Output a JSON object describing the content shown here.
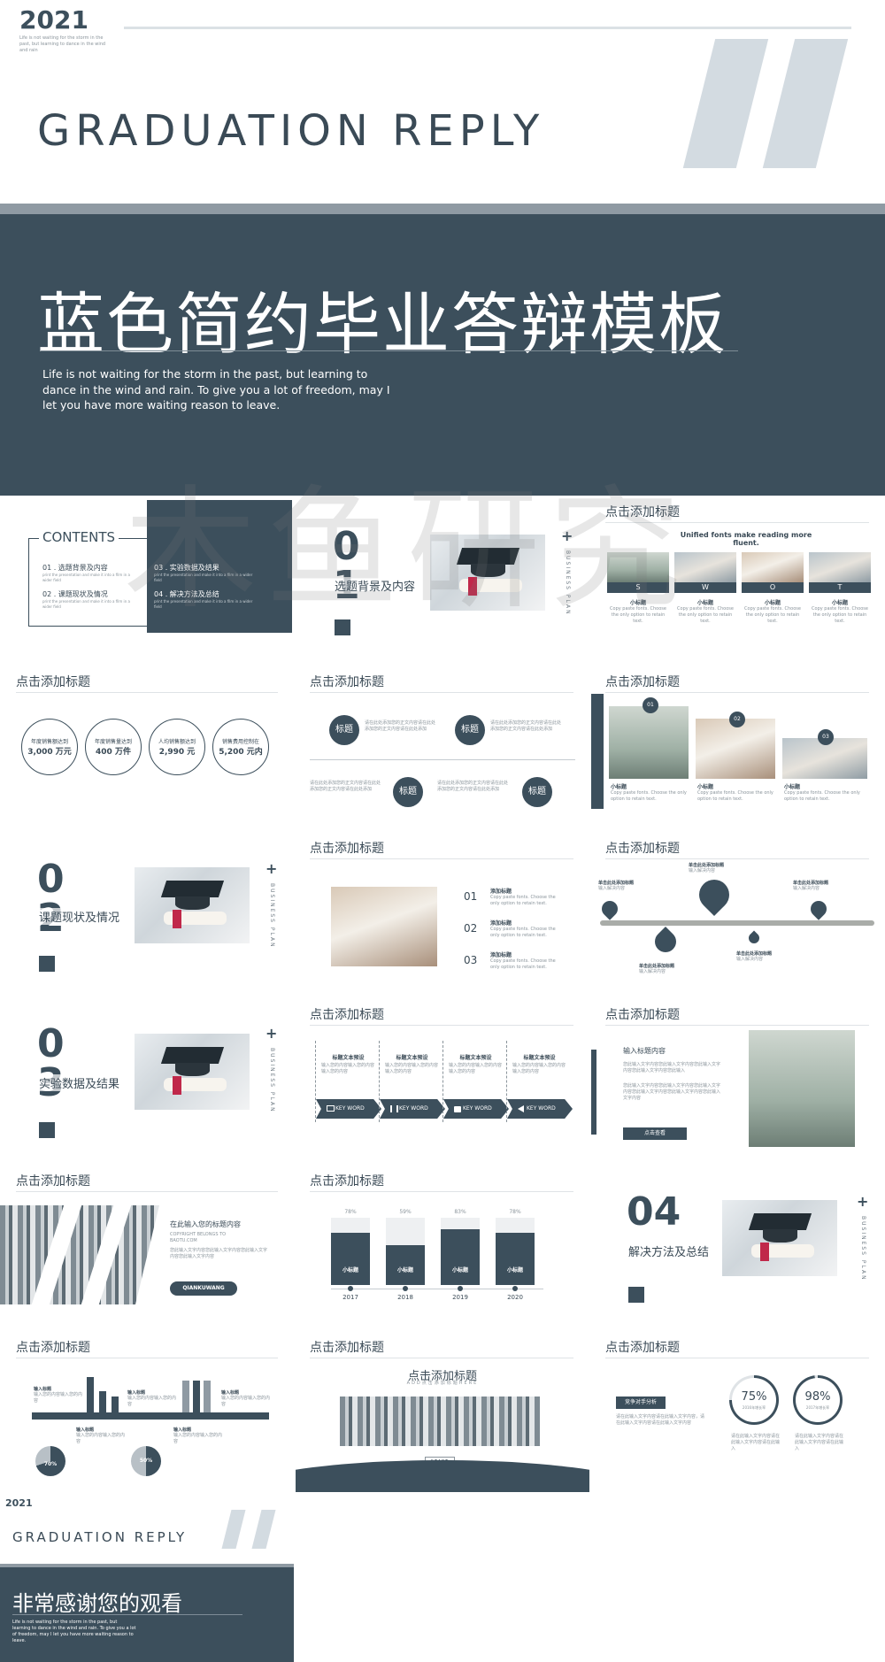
{
  "cover": {
    "year": "2021",
    "year_sub": "Life is not waiting for the storm in the past, but learning to dance in the wind and rain",
    "title_en": "GRADUATION REPLY",
    "title_cn": "蓝色简约毕业答辩模板",
    "quote": "Life is not waiting for the storm in the past, but learning to dance in the wind and rain. To give you a lot of freedom, may I let you have more waiting reason to leave."
  },
  "watermark": "木鱼研究",
  "slides": {
    "contents": {
      "heading": "CONTENTS",
      "items": [
        {
          "label": "01 . 选题背景及内容",
          "sub": "print the presentation and make it into a film in a wider field"
        },
        {
          "label": "02 . 课题现状及情况",
          "sub": "print the presentation and make it into a film in a wider field"
        },
        {
          "label": "03 . 实验数据及结果",
          "sub": "print the presentation and make it into a film in a wider field"
        },
        {
          "label": "04 . 解决方法及总结",
          "sub": "print the presentation and make it into a film in a wider field"
        }
      ]
    },
    "section1": {
      "num": "01",
      "title": "选题背景及内容",
      "side": "BUSINESS PLAN",
      "plus": "+"
    },
    "swot": {
      "title": "点击添加标题",
      "subtitle": "Unified fonts make reading more fluent.",
      "letters": [
        "S",
        "W",
        "O",
        "T"
      ],
      "item_title": "小标题",
      "item_text": "Copy paste fonts. Choose the only option to retain text."
    },
    "stats": {
      "title": "点击添加标题",
      "items": [
        {
          "label": "年度销售额达到",
          "value": "3,000 万元"
        },
        {
          "label": "年度销售量达到",
          "value": "400 万件"
        },
        {
          "label": "人均销售额达到",
          "value": "2,990 元"
        },
        {
          "label": "销售费用控制在",
          "value": "5,200 元内"
        }
      ]
    },
    "timeline": {
      "title": "点击添加标题",
      "node": "标题",
      "text": "请在此处添加您的正文内容请在此处添加您的正文内容请在此处添加"
    },
    "photos3": {
      "title": "点击添加标题",
      "nums": [
        "01",
        "02",
        "03"
      ],
      "item_title": "小标题",
      "item_text": "Copy paste fonts. Choose the only option to retain text."
    },
    "section2": {
      "num": "02",
      "title": "课题现状及情况",
      "side": "BUSINESS PLAN",
      "plus": "+"
    },
    "list3": {
      "title": "点击添加标题",
      "nums": [
        "01",
        "02",
        "03"
      ],
      "item_title": "添加标题",
      "item_text": "Copy paste fonts. Choose the only option to retain text."
    },
    "pins": {
      "title": "点击添加标题",
      "pin_title": "单击此处添加标题",
      "pin_text": "输入解决内容"
    },
    "section3": {
      "num": "03",
      "title": "实验数据及结果",
      "side": "BUSINESS PLAN",
      "plus": "+"
    },
    "keywords": {
      "title": "点击添加标题",
      "col_title": "标题文本预设",
      "col_text": "输入您的内容输入您的内容输入您的内容",
      "kw": "KEY WORD"
    },
    "textphoto": {
      "title": "点击添加标题",
      "heading": "输入标题内容",
      "p1": "您此输入文字内容您此输入文字内容您此输入文字内容您此输入文字内容您此输入",
      "p2": "您此输入文字内容您此输入文字内容您此输入文字内容您此输入文字内容您此输入文字内容您此输入文字内容",
      "btn": "点击查看"
    },
    "library": {
      "title": "点击添加标题",
      "heading": "在此输入您的标题内容",
      "copy": "COPYRIGHT BELONGS TO BAOTU.COM",
      "text": "您此输入文字内容您此输入文字内容您此输入文字内容您此输入文字内容",
      "btn": "QIANKUWANG"
    },
    "bars": {
      "title": "点击添加标题",
      "bar_label": "小标题",
      "years": [
        "2017",
        "2018",
        "2019",
        "2020"
      ],
      "pcts": [
        "78%",
        "59%",
        "83%",
        "78%"
      ],
      "fills": [
        0.78,
        0.59,
        0.83,
        0.78
      ]
    },
    "section4": {
      "num": "04",
      "title": "解决方法及总结",
      "side": "BUSINESS PLAN",
      "plus": "+"
    },
    "mixed": {
      "title": "点击添加标题",
      "label": "输入标题",
      "text": "输入您的内容输入您的内容",
      "pie1": "70%",
      "pie2": "50%"
    },
    "cover2": {
      "title": "点击添加标题",
      "sub": "ADD点击添加标题HERE",
      "btn": "START"
    },
    "rings": {
      "title": "点击添加标题",
      "tag": "竞争对手分析",
      "text": "请在此输入文字内容请在此输入文字内容，请在此输入文字内容请在此输入文字内容",
      "r1": "75%",
      "r1_sub": "2016年增长率",
      "r2": "98%",
      "r2_sub": "2017年增长率",
      "ring_text": "请在此输入文字内容请在此输入文字内容请在此输入"
    },
    "end": {
      "year": "2021",
      "title_en": "GRADUATION REPLY",
      "thanks": "非常感谢您的观看",
      "quote": "Life is not waiting for the storm in the past, but learning to dance in the wind and rain. To give you a lot of freedom, may I let you have more waiting reason to leave."
    }
  }
}
